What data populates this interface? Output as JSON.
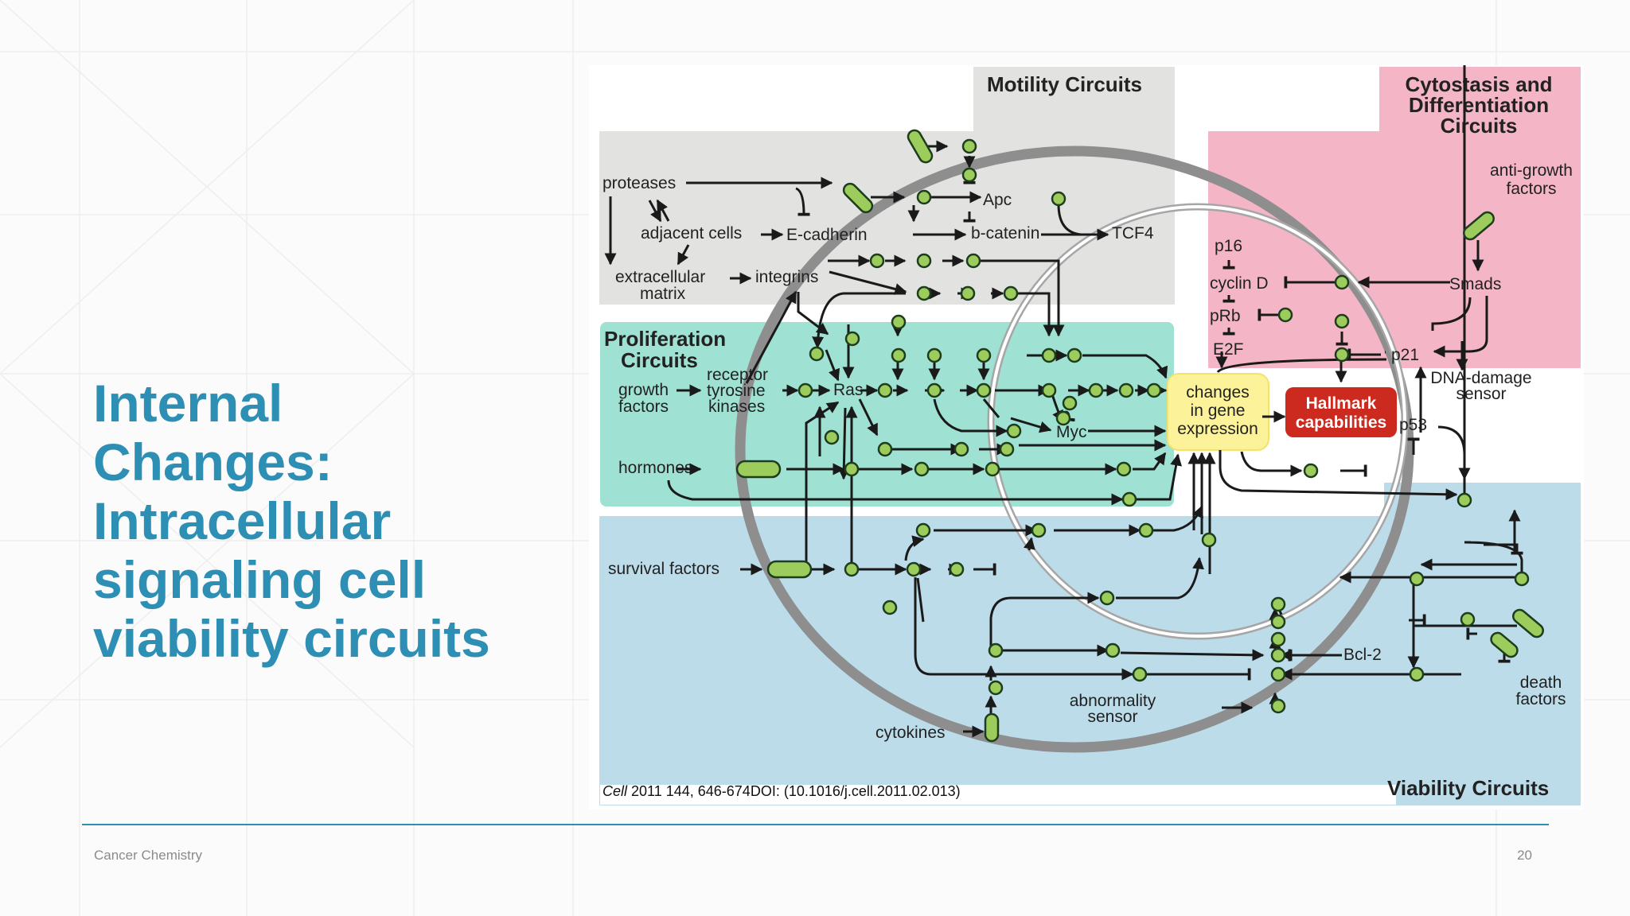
{
  "slide": {
    "title_lines": [
      "Internal",
      "Changes:",
      "Intracellular",
      "signaling cell",
      "viability circuits"
    ],
    "footer_left": "Cancer Chemistry",
    "page_number": "20"
  },
  "citation": {
    "journal": "Cell",
    "rest": " 2011 144, 646-674DOI: (10.1016/j.cell.2011.02.013)"
  },
  "diagram": {
    "regions": {
      "motility": "Motility Circuits",
      "cytostasis_line1": "Cytostasis and",
      "cytostasis_line2": "Differentiation",
      "cytostasis_line3": "Circuits",
      "proliferation_line1": "Proliferation",
      "proliferation_line2": "Circuits",
      "viability": "Viability Circuits"
    },
    "labels": {
      "proteases": "proteases",
      "adjacent_cells": "adjacent cells",
      "e_cadherin": "E-cadherin",
      "apc": "Apc",
      "b_catenin": "b-catenin",
      "tcf4": "TCF4",
      "extracellular_1": "extracellular",
      "extracellular_2": "matrix",
      "integrins": "integrins",
      "growth_1": "growth",
      "growth_2": "factors",
      "receptor_1": "receptor",
      "receptor_2": "tyrosine",
      "receptor_3": "kinases",
      "ras": "Ras",
      "myc": "Myc",
      "hormones": "hormones",
      "survival_factors": "survival factors",
      "cytokines": "cytokines",
      "abnormality_1": "abnormality",
      "abnormality_2": "sensor",
      "bcl2": "Bcl-2",
      "death_1": "death",
      "death_2": "factors",
      "p16": "p16",
      "cyclin_d": "cyclin D",
      "prb": "pRb",
      "e2f": "E2F",
      "smads": "Smads",
      "anti_growth_1": "anti-growth",
      "anti_growth_2": "factors",
      "p21": "p21",
      "dna_damage_1": "DNA-damage",
      "dna_damage_2": "sensor",
      "p53": "p53",
      "changes_1": "changes",
      "changes_2": "in gene",
      "changes_3": "expression",
      "hallmark_1": "Hallmark",
      "hallmark_2": "capabilities"
    },
    "colors": {
      "motility": "#e2e2e0",
      "cytostasis": "#f4b6c6",
      "proliferation": "#9fe2d3",
      "viability": "#bcdcea",
      "node": "#9ccc5c",
      "changes_box": "#fbf29a",
      "hallmark_box": "#cc2a1f",
      "cell_membrane": "#8e8e8e"
    }
  }
}
